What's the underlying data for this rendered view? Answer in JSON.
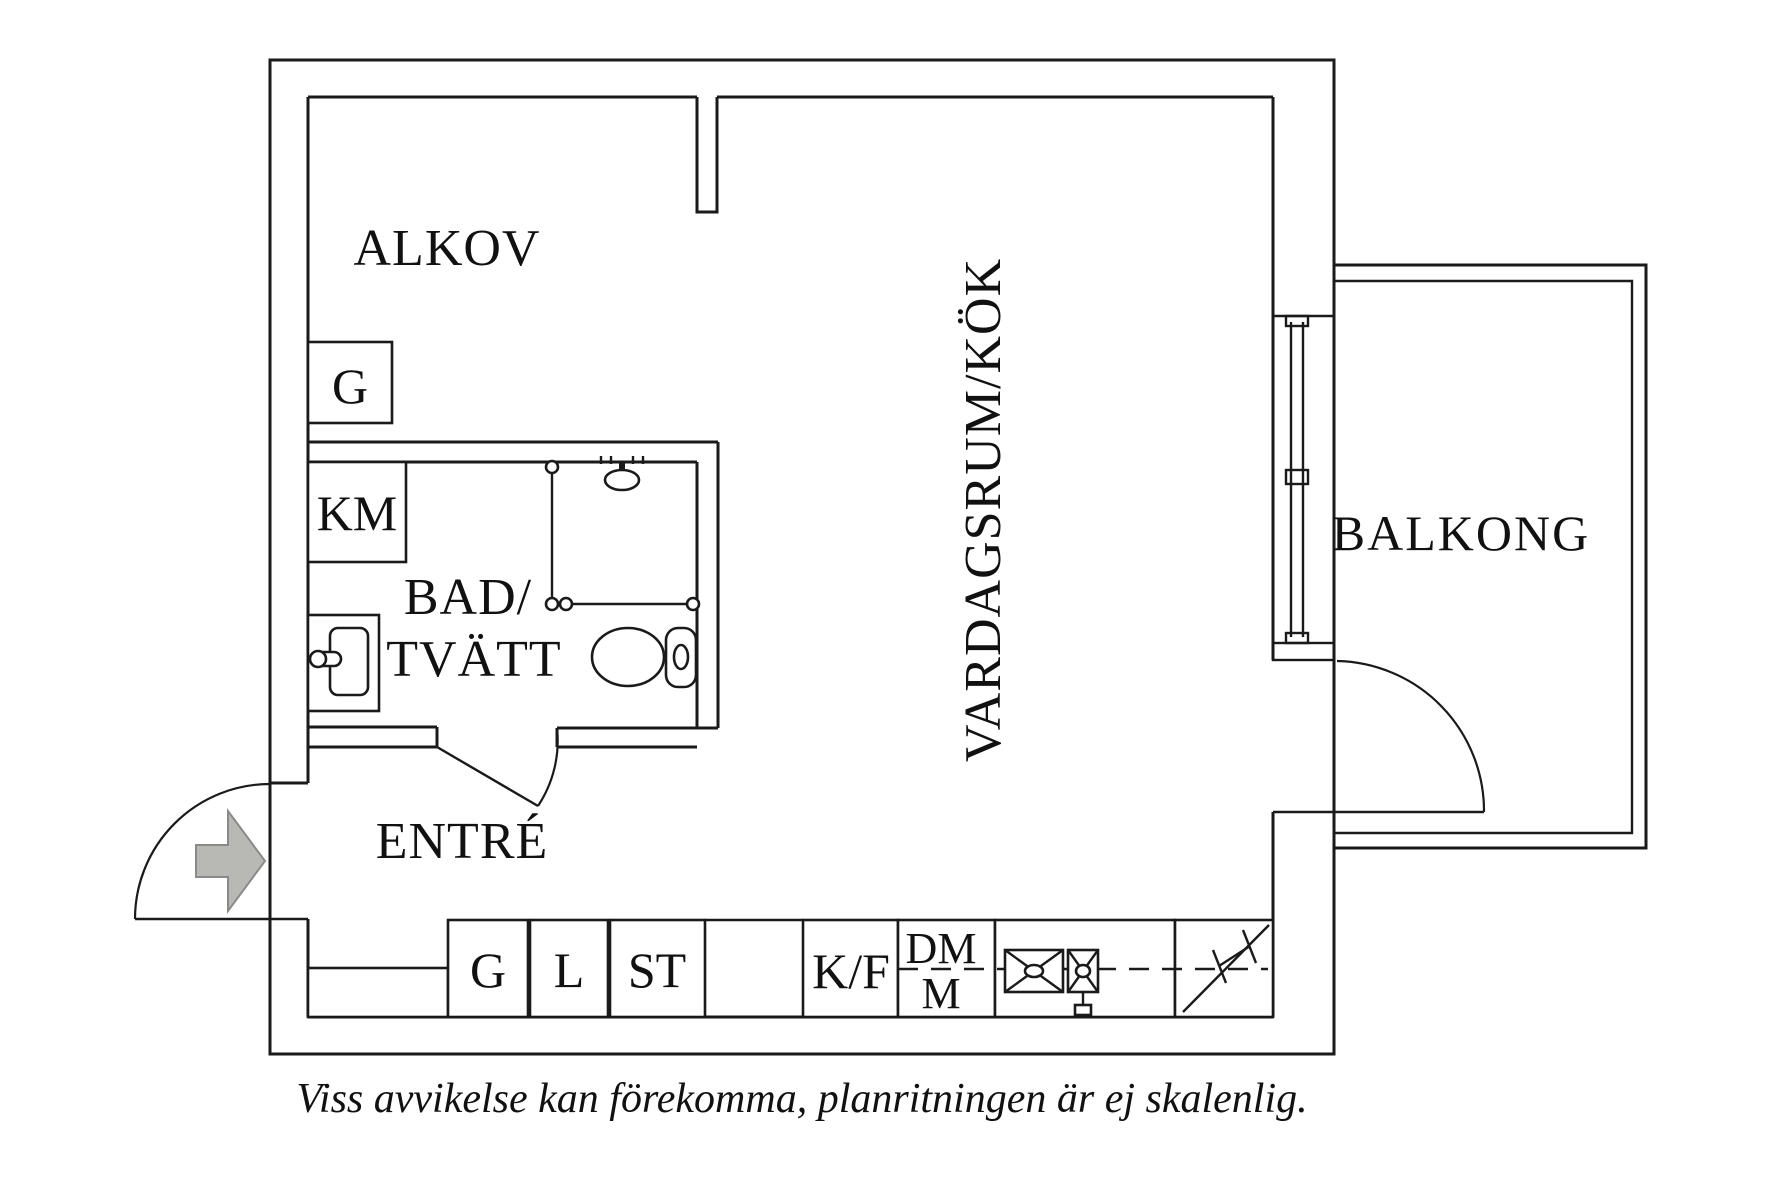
{
  "rooms": {
    "alkov": "ALKOV",
    "living": "VARDAGSRUM/KÖK",
    "balcony": "BALKONG",
    "bath_line1": "BAD/",
    "bath_line2": "TVÄTT",
    "entrance": "ENTRÉ"
  },
  "units": {
    "wardrobe_alkov": "G",
    "washing_machine": "KM",
    "closet_g": "G",
    "closet_l": "L",
    "closet_st": "ST",
    "fridge_freezer": "K/F",
    "dishwasher": "DM",
    "microwave": "M"
  },
  "caption": "Viss avvikelse kan förekomma, planritningen är ej skalenlig.",
  "colors": {
    "line": "#1a1a1a",
    "background": "#ffffff",
    "arrow_fill": "#b8b8b5",
    "arrow_stroke": "#8a8a88"
  }
}
